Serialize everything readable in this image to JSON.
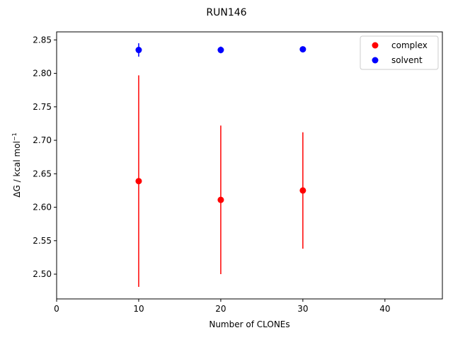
{
  "chart_data": {
    "type": "scatter",
    "title": "RUN146",
    "xlabel": "Number of CLONEs",
    "ylabel": "ΔG / kcal mol",
    "ylabel_superscript": "−1",
    "xlim": [
      0,
      47
    ],
    "ylim": [
      2.463,
      2.862
    ],
    "xticks": [
      0,
      10,
      20,
      30,
      40
    ],
    "yticks": [
      2.5,
      2.55,
      2.6,
      2.65,
      2.7,
      2.75,
      2.8,
      2.85
    ],
    "ytick_labels": [
      "2.50",
      "2.55",
      "2.60",
      "2.65",
      "2.70",
      "2.75",
      "2.80",
      "2.85"
    ],
    "legend_position": "top-right",
    "series": [
      {
        "name": "complex",
        "color": "#ff0000",
        "points": [
          {
            "x": 10,
            "y": 2.639,
            "err": 0.158
          },
          {
            "x": 20,
            "y": 2.611,
            "err": 0.111
          },
          {
            "x": 30,
            "y": 2.625,
            "err": 0.087
          }
        ]
      },
      {
        "name": "solvent",
        "color": "#0000ff",
        "points": [
          {
            "x": 10,
            "y": 2.835,
            "err": 0.01
          },
          {
            "x": 20,
            "y": 2.835,
            "err": 0.005
          },
          {
            "x": 30,
            "y": 2.836,
            "err": 0.004
          }
        ]
      }
    ]
  }
}
